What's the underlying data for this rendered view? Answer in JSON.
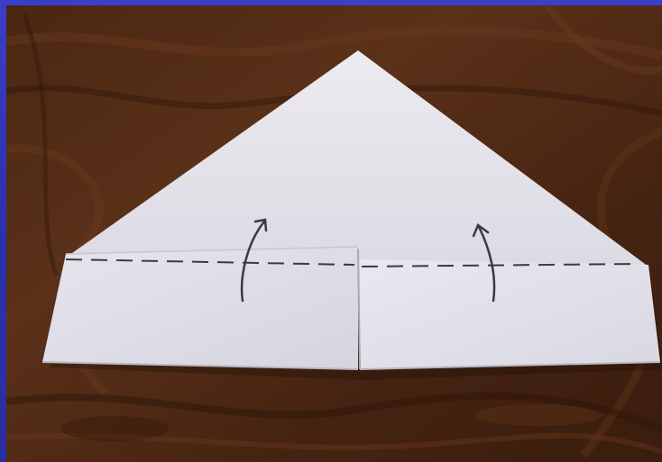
{
  "scene": {
    "subject": "paper-airplane-fold-step",
    "background": "wood-grain-table",
    "annotations": [
      "dashed-fold-line",
      "arrow-fold-up-left",
      "arrow-fold-up-right"
    ]
  },
  "colors": {
    "frame_blue": "#2d31b0",
    "wood_dark": "#3a1f10",
    "wood_mid": "#5a3018",
    "paper": "#e9e7ee",
    "paper_shadow": "#cfcdd6",
    "ink": "#3a3a40"
  }
}
